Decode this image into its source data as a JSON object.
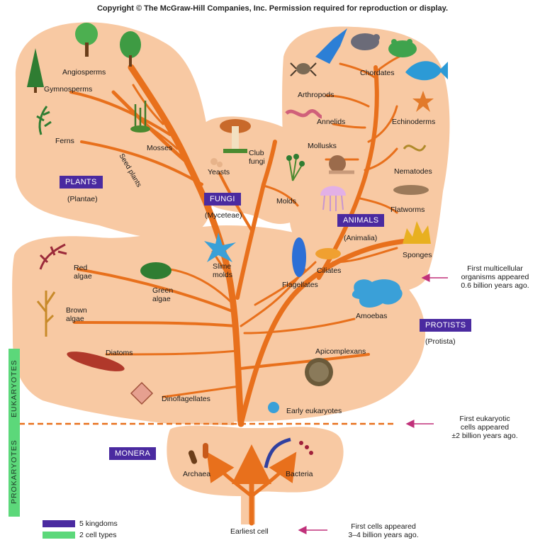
{
  "header": {
    "copyright": "Copyright © The McGraw-Hill Companies, Inc. Permission required for reproduction or display."
  },
  "kingdoms": {
    "plants": {
      "label": "PLANTS",
      "sub": "(Plantae)"
    },
    "fungi": {
      "label": "FUNGI",
      "sub": "(Myceteae)"
    },
    "animals": {
      "label": "ANIMALS",
      "sub": "(Animalia)"
    },
    "protists": {
      "label": "PROTISTS",
      "sub": "(Protista)"
    },
    "monera": {
      "label": "MONERA"
    }
  },
  "groups": {
    "angiosperms": "Angiosperms",
    "gymnosperms": "Gymnosperms",
    "ferns": "Ferns",
    "mosses": "Mosses",
    "seed_plants": "Seed plants",
    "yeasts": "Yeasts",
    "club_fungi_1": "Club",
    "club_fungi_2": "fungi",
    "molds": "Molds",
    "chordates": "Chordates",
    "arthropods": "Arthropods",
    "annelids": "Annelids",
    "echinoderms": "Echinoderms",
    "mollusks": "Mollusks",
    "nematodes": "Nematodes",
    "flatworms": "Flatworms",
    "sponges": "Sponges",
    "red_algae_1": "Red",
    "red_algae_2": "algae",
    "brown_algae_1": "Brown",
    "brown_algae_2": "algae",
    "green_algae_1": "Green",
    "green_algae_2": "algae",
    "slime_molds_1": "Slime",
    "slime_molds_2": "molds",
    "ciliates": "Ciliates",
    "flagellates": "Flagellates",
    "amoebas": "Amoebas",
    "diatoms": "Diatoms",
    "apicomplexans": "Apicomplexans",
    "dinoflagellates": "Dinoflagellates",
    "early_eukaryotes": "Early eukaryotes",
    "archaea": "Archaea",
    "bacteria": "Bacteria",
    "earliest_cell": "Earliest cell"
  },
  "side_labels": {
    "eukaryotes": "EUKARYOTES",
    "prokaryotes": "PROKARYOTES"
  },
  "notes": {
    "multicellular": [
      "First multicellular",
      "organisms appeared",
      "0.6 billion years ago."
    ],
    "eukaryotic": [
      "First eukaryotic",
      "cells appeared",
      "±2 billion years ago."
    ],
    "first_cells": [
      "First  cells appeared",
      "3–4 billion years ago."
    ]
  },
  "legend": {
    "kingdoms": {
      "label": "5 kingdoms",
      "color": "#4a2aa0"
    },
    "cell_types": {
      "label": "2 cell types",
      "color": "#5cd87a"
    }
  },
  "colors": {
    "branch": "#e8701c",
    "background_blob": "#f8c9a3",
    "divider": "#e8701c",
    "arrow": "#c0307a"
  }
}
